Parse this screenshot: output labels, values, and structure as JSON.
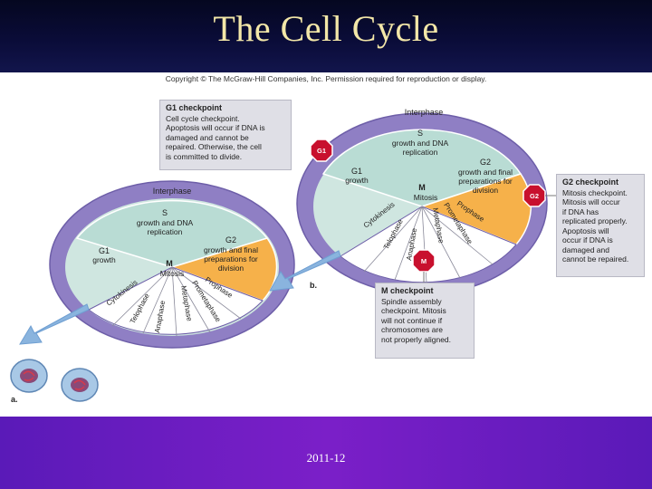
{
  "slide": {
    "title": "The Cell Cycle",
    "footer": "2011-12",
    "copyright": "Copyright © The McGraw-Hill Companies, Inc. Permission required for reproduction or display."
  },
  "panel_a": {
    "label": "a.",
    "interphase": "Interphase",
    "s_letter": "S",
    "s_line1": "growth and DNA",
    "s_line2": "replication",
    "g1_title": "G1",
    "g1_desc": "growth",
    "g2_title": "G2",
    "g2_line1": "growth and final",
    "g2_line2": "preparations for",
    "g2_line3": "division",
    "m_letter": "M",
    "mitosis": "Mitosis",
    "phases": [
      "Cytokinesis",
      "Telophase",
      "Anaphase",
      "Metaphase",
      "Prometaphase",
      "Prophase"
    ]
  },
  "panel_b": {
    "label": "b.",
    "interphase": "Interphase",
    "s_letter": "S",
    "s_line1": "growth and DNA",
    "s_line2": "replication",
    "g1_title": "G1",
    "g1_desc": "growth",
    "g2_title": "G2",
    "g2_line1": "growth and final",
    "g2_line2": "preparations for",
    "g2_line3": "division",
    "m_letter": "M",
    "mitosis": "Mitosis",
    "phases": [
      "Cytokinesis",
      "Telophase",
      "Anaphase",
      "Metaphase",
      "Prometaphase",
      "Prophase"
    ],
    "stop_g1": "G1",
    "stop_g2": "G2",
    "stop_m": "M"
  },
  "checkpoints": {
    "g1": {
      "title": "G1 checkpoint",
      "lines": [
        "Cell cycle checkpoint.",
        "Apoptosis will occur if DNA is",
        "damaged and cannot be",
        "repaired. Otherwise, the cell",
        "is committed to divide."
      ]
    },
    "g2": {
      "title": "G2 checkpoint",
      "lines": [
        "Mitosis checkpoint.",
        "Mitosis will occur",
        "if DNA has",
        "replicated properly.",
        "Apoptosis will",
        "occur if DNA is",
        "damaged and",
        "cannot be repaired."
      ]
    },
    "m": {
      "title": "M checkpoint",
      "lines": [
        "Spindle assembly",
        "checkpoint. Mitosis",
        "will not continue if",
        "chromosomes are",
        "not properly aligned."
      ]
    }
  },
  "colors": {
    "title_text": "#f3e7a8",
    "title_band": "#0a0c38",
    "footer_band": "#7b1fc8",
    "ring": "#8f7fc4",
    "g1_sector": "#cfe6e0",
    "s_sector": "#b9dcd4",
    "g2_sector": "#f6b14a",
    "m_sector": "#ffffff",
    "arrow": "#8ab4de",
    "stop_sign": "#c8102e"
  }
}
